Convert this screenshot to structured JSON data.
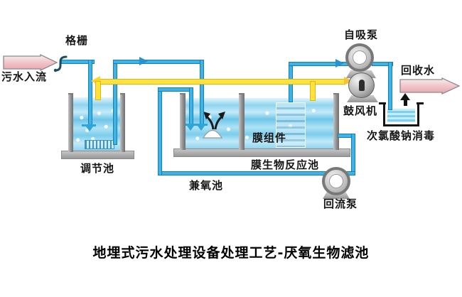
{
  "title": "地埋式污水处理设备处理工艺-厌氧生物滤池",
  "labels": {
    "inflow": "污水入流",
    "grid": "格栅",
    "regulating_tank": "调节池",
    "facultative_tank": "兼氧池",
    "membrane_module": "膜组件",
    "mbr_tank": "膜生物反应池",
    "reflux_pump": "回流泵",
    "self_priming_pump": "自吸泵",
    "blower": "鼓风机",
    "disinfection": "次氯酸钠消毒",
    "recycled_water": "回收水"
  },
  "colors": {
    "water_pipe": "#3fb3e4",
    "air_pipe": "#ffe23c",
    "pink_arrow": "#efb9c3",
    "tank_wall": "#9e9e9e",
    "water": "#7ccdec",
    "outline_black": "#141414"
  }
}
